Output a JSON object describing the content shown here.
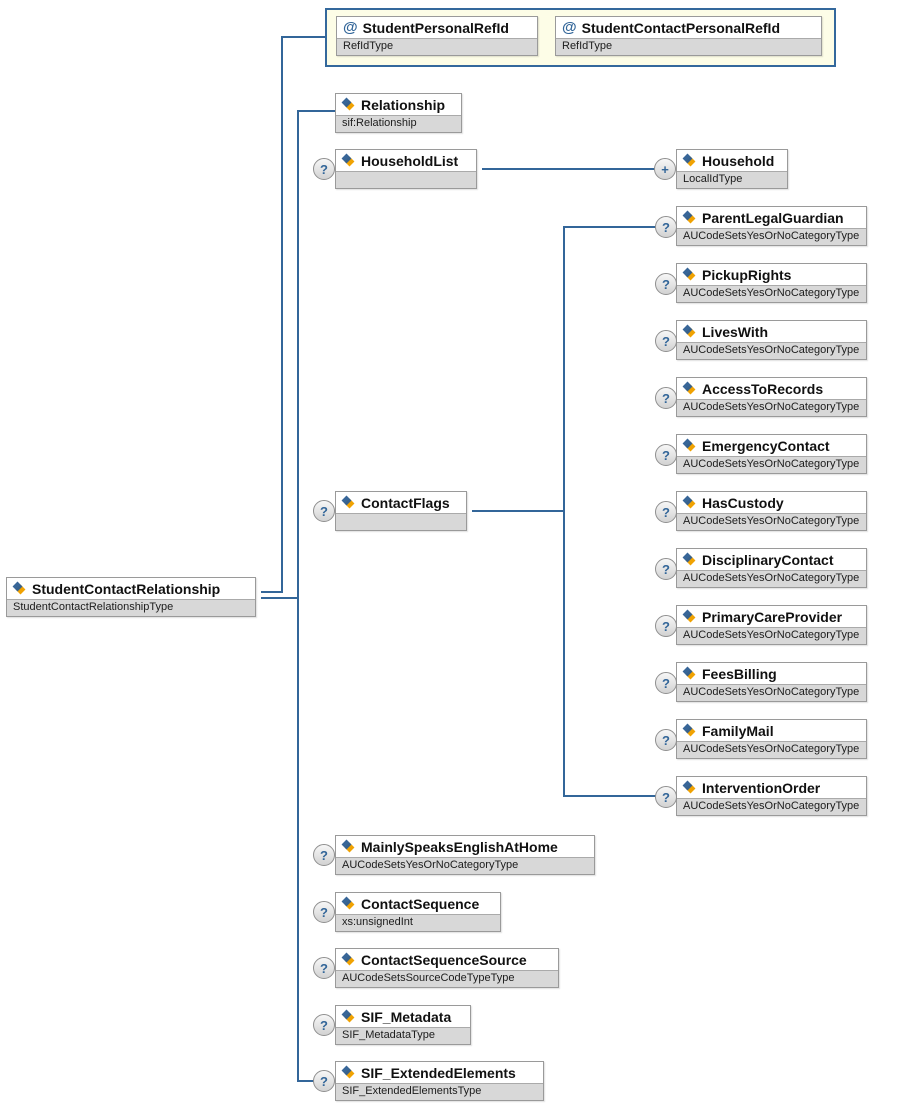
{
  "badges": {
    "optional": "?",
    "repeat": "+",
    "attribute": "@"
  },
  "colors": {
    "connector": "#336699",
    "attribute_container_fill": "#fdfde7",
    "attribute_container_border": "#34689c",
    "node_border": "#9a9a9a",
    "type_strip": "#d8d8d8",
    "icon_blue": "#2d5e92",
    "icon_yellow": "#f0a202"
  },
  "root": {
    "name": "StudentContactRelationship",
    "type": "StudentContactRelationshipType"
  },
  "attribute_group": {
    "attributes": [
      {
        "name": "StudentPersonalRefId",
        "type": "RefIdType"
      },
      {
        "name": "StudentContactPersonalRefId",
        "type": "RefIdType"
      }
    ]
  },
  "sequence": [
    {
      "name": "Relationship",
      "type": "sif:Relationship",
      "optional": false
    },
    {
      "name": "HouseholdList",
      "type": "",
      "optional": true
    },
    {
      "name": "ContactFlags",
      "type": "",
      "optional": true
    },
    {
      "name": "MainlySpeaksEnglishAtHome",
      "type": "AUCodeSetsYesOrNoCategoryType",
      "optional": true
    },
    {
      "name": "ContactSequence",
      "type": "xs:unsignedInt",
      "optional": true
    },
    {
      "name": "ContactSequenceSource",
      "type": "AUCodeSetsSourceCodeTypeType",
      "optional": true
    },
    {
      "name": "SIF_Metadata",
      "type": "SIF_MetadataType",
      "optional": true
    },
    {
      "name": "SIF_ExtendedElements",
      "type": "SIF_ExtendedElementsType",
      "optional": true
    }
  ],
  "household": {
    "name": "Household",
    "type": "LocalIdType",
    "repeatable": true
  },
  "contact_flags_children": [
    {
      "name": "ParentLegalGuardian",
      "type": "AUCodeSetsYesOrNoCategoryType",
      "optional": true
    },
    {
      "name": "PickupRights",
      "type": "AUCodeSetsYesOrNoCategoryType",
      "optional": true
    },
    {
      "name": "LivesWith",
      "type": "AUCodeSetsYesOrNoCategoryType",
      "optional": true
    },
    {
      "name": "AccessToRecords",
      "type": "AUCodeSetsYesOrNoCategoryType",
      "optional": true
    },
    {
      "name": "EmergencyContact",
      "type": "AUCodeSetsYesOrNoCategoryType",
      "optional": true
    },
    {
      "name": "HasCustody",
      "type": "AUCodeSetsYesOrNoCategoryType",
      "optional": true
    },
    {
      "name": "DisciplinaryContact",
      "type": "AUCodeSetsYesOrNoCategoryType",
      "optional": true
    },
    {
      "name": "PrimaryCareProvider",
      "type": "AUCodeSetsYesOrNoCategoryType",
      "optional": true
    },
    {
      "name": "FeesBilling",
      "type": "AUCodeSetsYesOrNoCategoryType",
      "optional": true
    },
    {
      "name": "FamilyMail",
      "type": "AUCodeSetsYesOrNoCategoryType",
      "optional": true
    },
    {
      "name": "InterventionOrder",
      "type": "AUCodeSetsYesOrNoCategoryType",
      "optional": true
    }
  ]
}
